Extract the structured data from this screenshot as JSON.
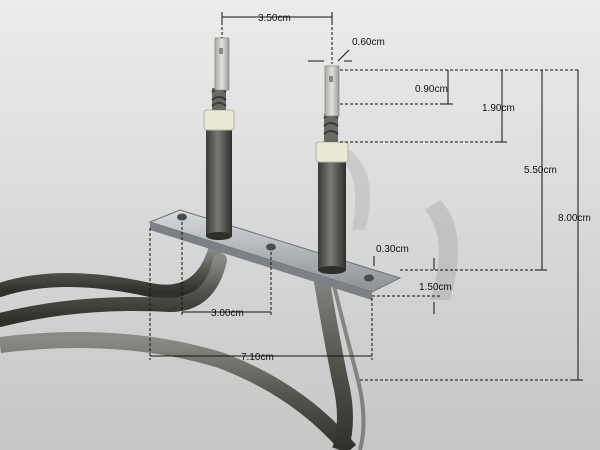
{
  "dimensions": {
    "pin_spacing": "3.50cm",
    "pin_width": "0.60cm",
    "pin_upper_gap": "0.90cm",
    "pin_tab_length": "1.90cm",
    "pin_height_to_bracket": "5.50cm",
    "overall_height": "8.00cm",
    "bracket_thickness": "0.30cm",
    "bracket_to_element": "1.50cm",
    "hole_spacing": "3.00cm",
    "bracket_length": "7.10cm"
  },
  "colors": {
    "background_top": "#e9e9e9",
    "background_bottom": "#c8c8c8",
    "element_tube": "#5a5a55",
    "bracket_metal": "#b9bcc0",
    "terminal_metal": "#c9c9c6",
    "ceramic": "#ece8d6"
  }
}
